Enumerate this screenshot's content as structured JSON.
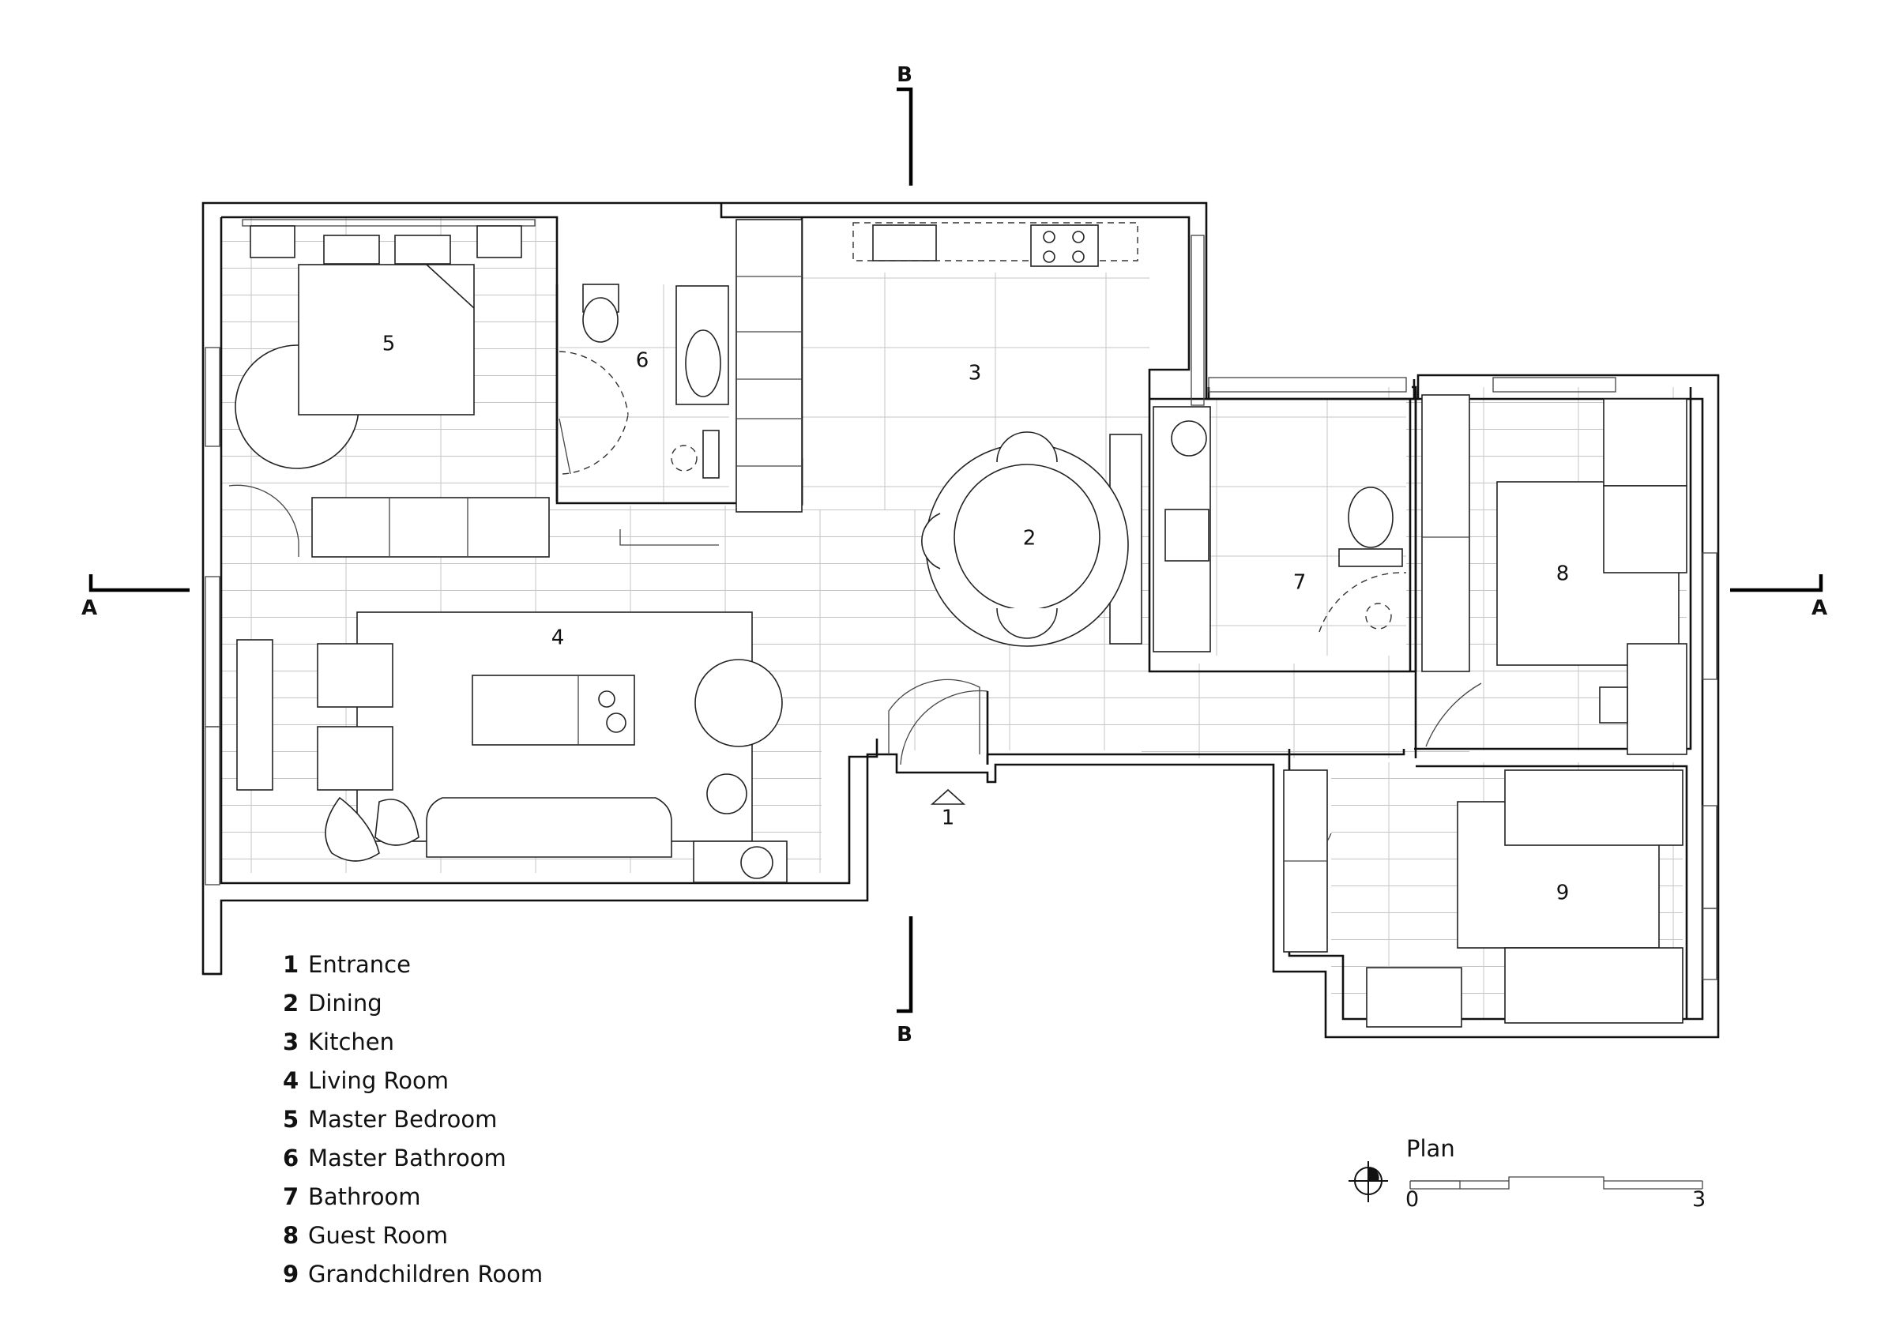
{
  "rooms": [
    {
      "number": "1",
      "name": "Entrance"
    },
    {
      "number": "2",
      "name": "Dining"
    },
    {
      "number": "3",
      "name": "Kitchen"
    },
    {
      "number": "4",
      "name": "Living Room"
    },
    {
      "number": "5",
      "name": "Master Bedroom"
    },
    {
      "number": "6",
      "name": "Master Bathroom"
    },
    {
      "number": "7",
      "name": "Bathroom"
    },
    {
      "number": "8",
      "name": "Guest Room"
    },
    {
      "number": "9",
      "name": "Grandchildren Room"
    }
  ],
  "section_markers": {
    "a": "A",
    "b": "B"
  },
  "scale": {
    "title": "Plan",
    "start": "0",
    "end": "3"
  }
}
